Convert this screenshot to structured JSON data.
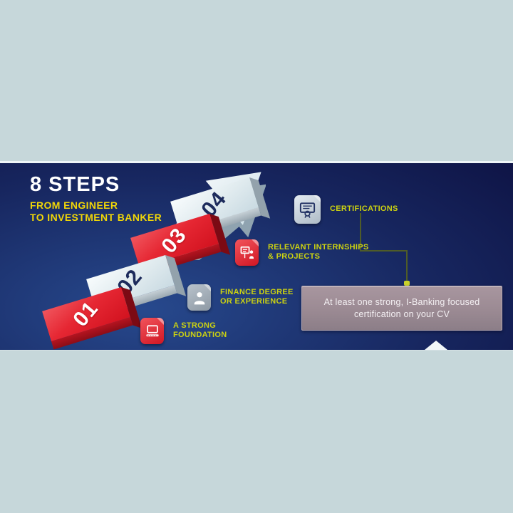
{
  "header": {
    "title": "8 STEPS",
    "subtitle_line1": "FROM ENGINEER",
    "subtitle_line2": "TO INVESTMENT BANKER"
  },
  "steps": [
    {
      "number": "01",
      "label_line1": "A STRONG",
      "label_line2": "FOUNDATION",
      "icon": "laptop-icon"
    },
    {
      "number": "02",
      "label_line1": "FINANCE DEGREE",
      "label_line2": "OR EXPERIENCE",
      "icon": "person-icon"
    },
    {
      "number": "03",
      "label_line1": "RELEVANT INTERNSHIPS",
      "label_line2": "& PROJECTS",
      "icon": "presentation-icon"
    },
    {
      "number": "04",
      "label_line1": "CERTIFICATIONS",
      "label_line2": "",
      "icon": "certificate-icon"
    }
  ],
  "callout": {
    "line1": "At least one strong, I-Banking focused",
    "line2": "certification on your CV"
  },
  "colors": {
    "page_background": "#c6d7da",
    "band_navy_dark": "#0f1547",
    "band_navy_light": "#27498d",
    "step_red": "#e62733",
    "step_red_front": "#9d101d",
    "step_light": "#dfeaee",
    "step_light_front": "#9fadb6",
    "title_white": "#ffffff",
    "title_yellow": "#f0d607",
    "label_yellow_green": "#ccd211",
    "number_navy": "#1d2b5c",
    "arrow_white": "#f4fafc",
    "connector_olive": "#4f5c28",
    "callout_background": "#9b8a93",
    "callout_text": "#f4f0f3"
  }
}
